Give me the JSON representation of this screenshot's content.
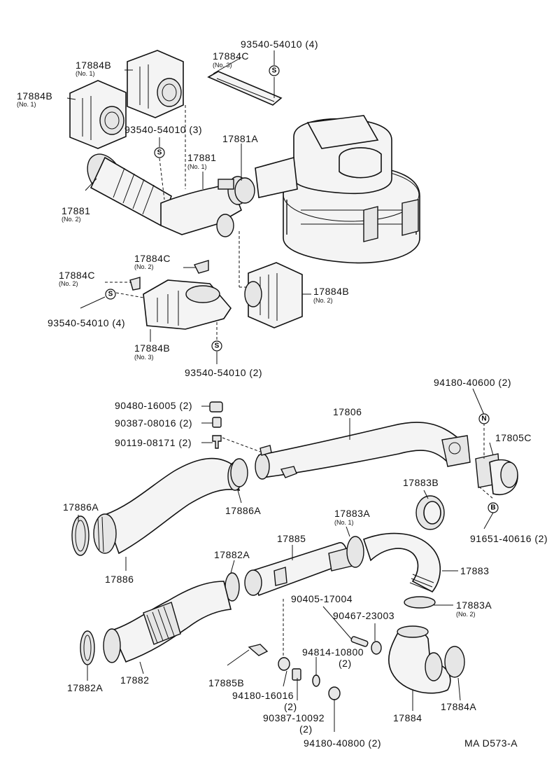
{
  "labels": {
    "p_17884B_no1_a": "17884B",
    "p_17884B_no1_a_sub": "(No. 1)",
    "p_17884B_no1_b": "17884B",
    "p_17884B_no1_b_sub": "(No. 1)",
    "p_17884C_no3": "17884C",
    "p_17884C_no3_sub": "(No. 3)",
    "p_93540_4": "93540-54010 (4)",
    "p_93540_3": "93540-54010 (3)",
    "p_17881A": "17881A",
    "p_17881_no1": "17881",
    "p_17881_no1_sub": "(No. 1)",
    "p_17881_no2": "17881",
    "p_17881_no2_sub": "(No. 2)",
    "p_17884C_no2_a": "17884C",
    "p_17884C_no2_a_sub": "(No. 2)",
    "p_17884C_no2_b": "17884C",
    "p_17884C_no2_b_sub": "(No. 2)",
    "p_93540_4b": "93540-54010 (4)",
    "p_17884B_no2": "17884B",
    "p_17884B_no2_sub": "(No. 2)",
    "p_17884B_no3": "17884B",
    "p_17884B_no3_sub": "(No. 3)",
    "p_93540_2": "93540-54010 (2)",
    "p_94180_40600": "94180-40600 (2)",
    "p_90480": "90480-16005 (2)",
    "p_17806": "17806",
    "p_90387_08016": "90387-08016 (2)",
    "p_90119": "90119-08171 (2)",
    "p_17805C": "17805C",
    "p_17883B": "17883B",
    "p_17886A_a": "17886A",
    "p_17886A_b": "17886A",
    "p_91651": "91651-40616 (2)",
    "p_17883A_no1": "17883A",
    "p_17883A_no1_sub": "(No. 1)",
    "p_17885": "17885",
    "p_17882A_a": "17882A",
    "p_17886": "17886",
    "p_17883": "17883",
    "p_90405": "90405-17004",
    "p_17883A_no2": "17883A",
    "p_17883A_no2_sub": "(No. 2)",
    "p_90467": "90467-23003",
    "p_94814": "94814-10800",
    "p_94814_qty": "(2)",
    "p_17882A_b": "17882A",
    "p_17882": "17882",
    "p_17885B": "17885B",
    "p_94180_16016": "94180-16016",
    "p_94180_16016_qty": "(2)",
    "p_90387_10092": "90387-10092",
    "p_90387_10092_qty": "(2)",
    "p_17884": "17884",
    "p_17884A": "17884A",
    "p_94180_40800": "94180-40800 (2)",
    "ref_code": "MA D573-A"
  },
  "symbols": {
    "s_screw": "S",
    "n_nut": "N",
    "b_bolt": "B"
  }
}
